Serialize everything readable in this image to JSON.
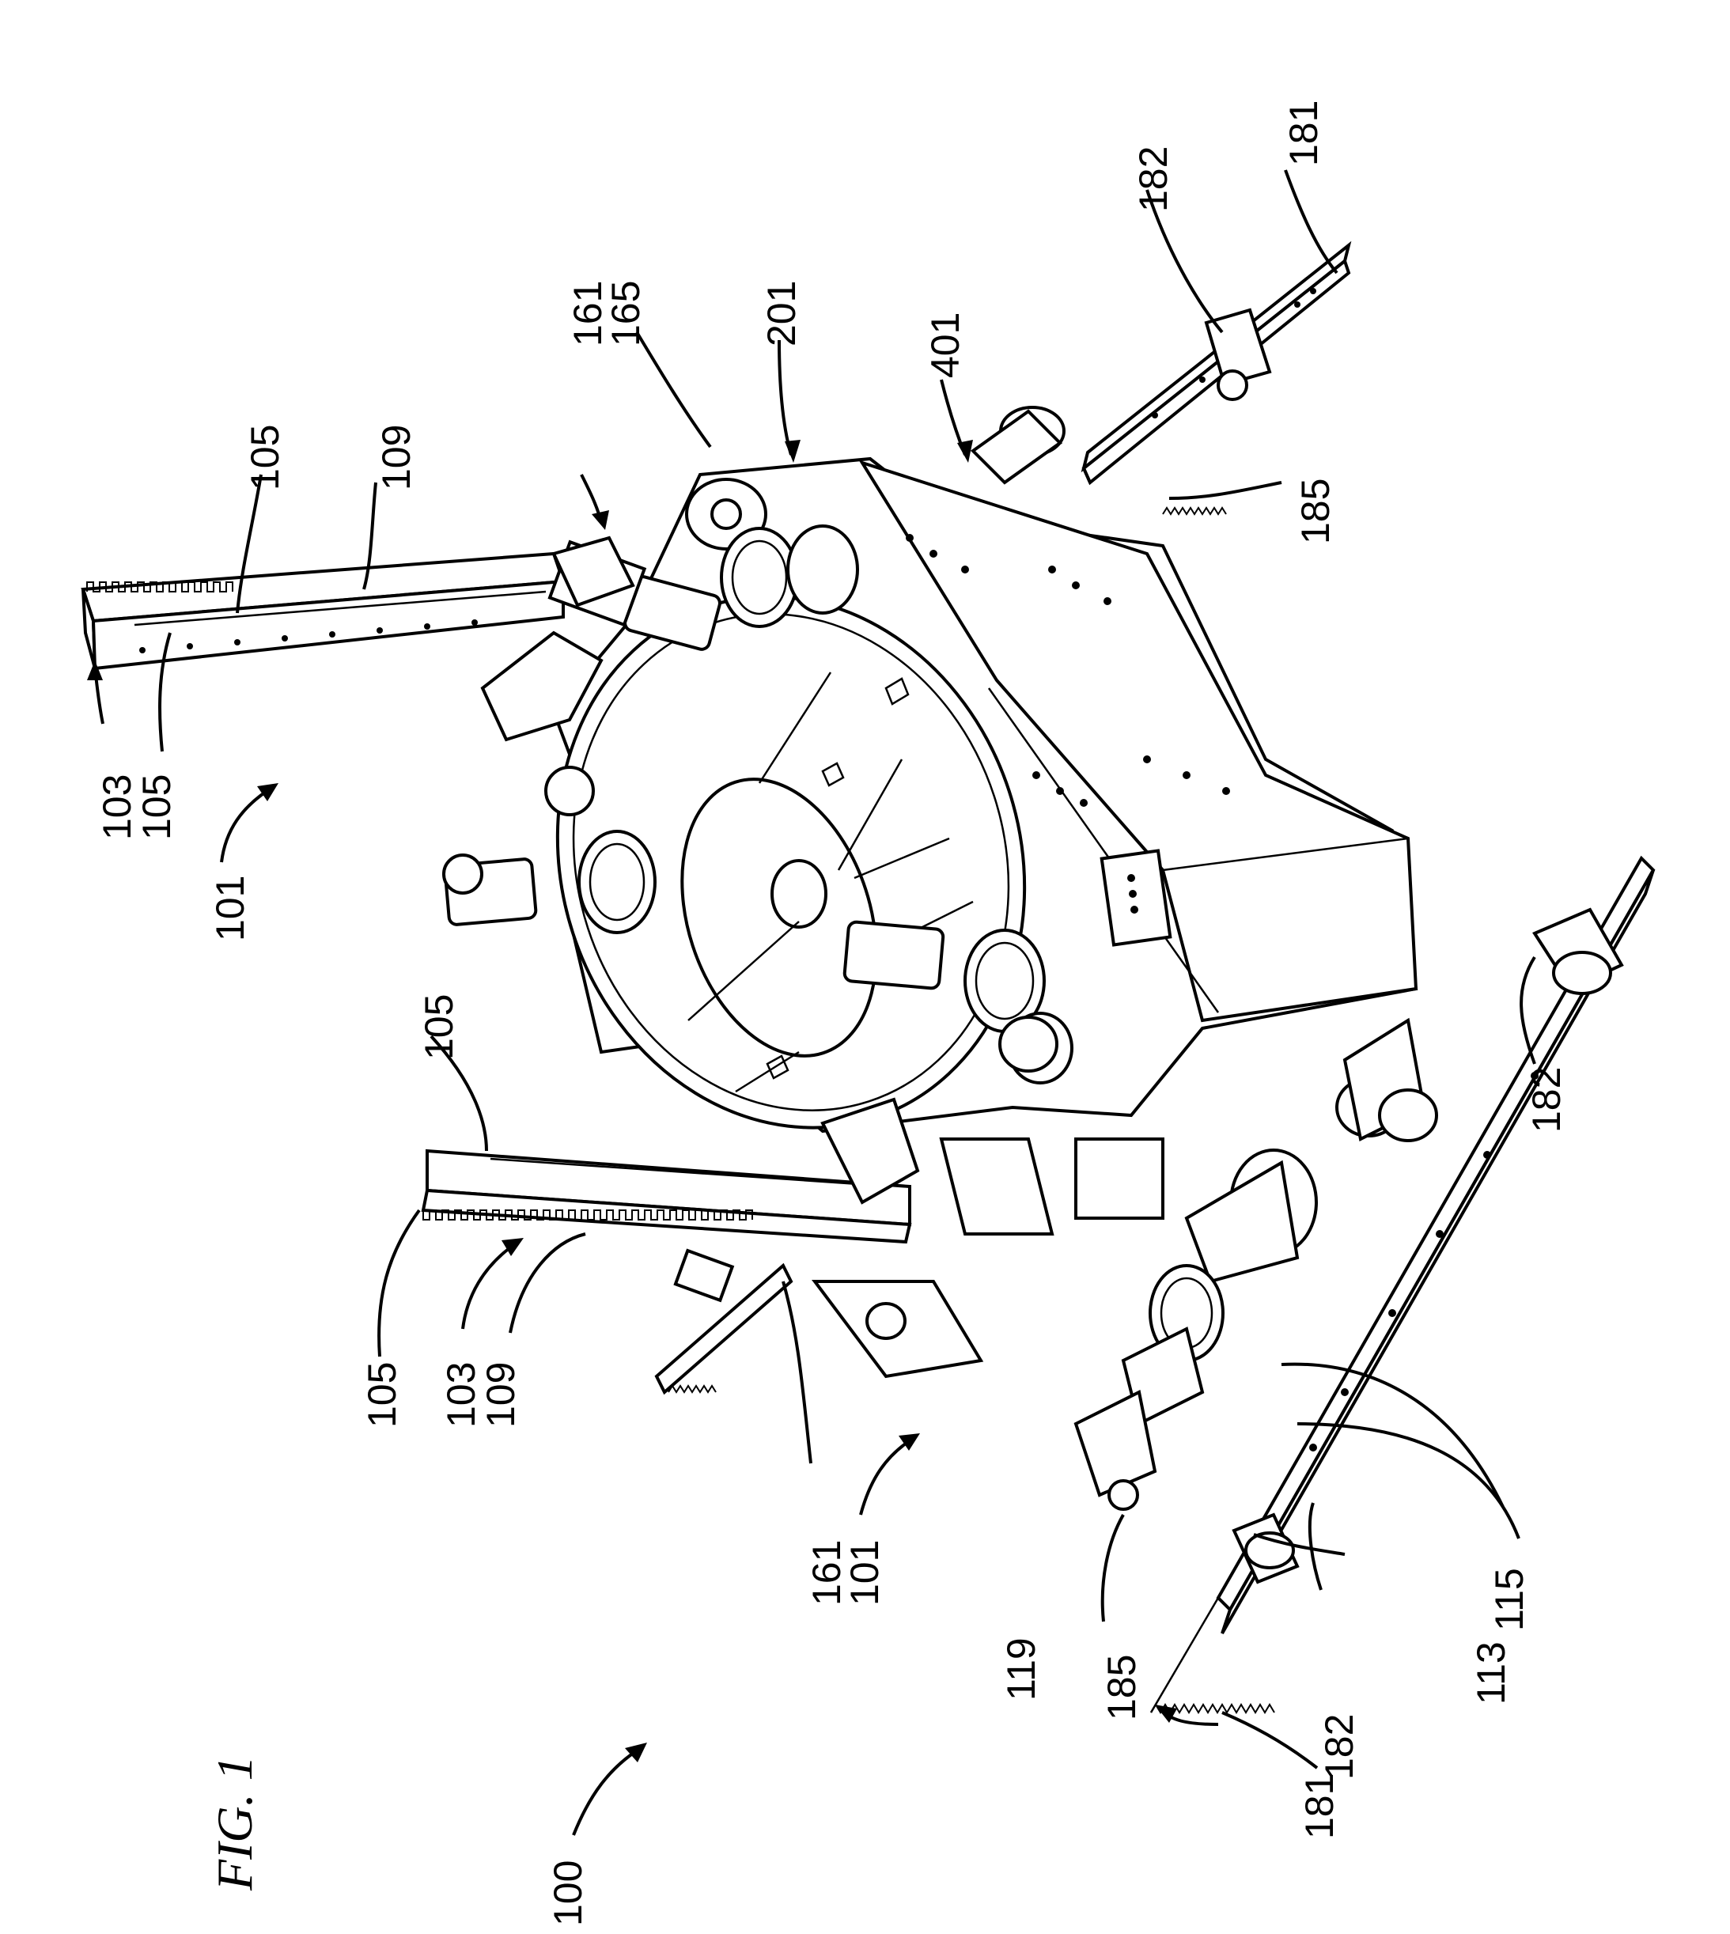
{
  "figure": {
    "caption": "FIG. 1",
    "labels": {
      "l100": "100",
      "l101_top": "101",
      "l101_bottom": "101",
      "l103_top": "103",
      "l103_bottom": "103",
      "l105_top_a": "105",
      "l105_top_b": "105",
      "l105_mid": "105",
      "l105_bottom": "105",
      "l109_top": "109",
      "l109_bottom": "109",
      "l161_top": "161",
      "l161_bottom": "161",
      "l165": "165",
      "l201": "201",
      "l401": "401",
      "l181_top": "181",
      "l181_bottom": "181",
      "l182_top": "182",
      "l182_right": "182",
      "l182_bottom": "182",
      "l185_top": "185",
      "l185_bottom": "185",
      "l113": "113",
      "l115": "115",
      "l119": "119"
    }
  }
}
